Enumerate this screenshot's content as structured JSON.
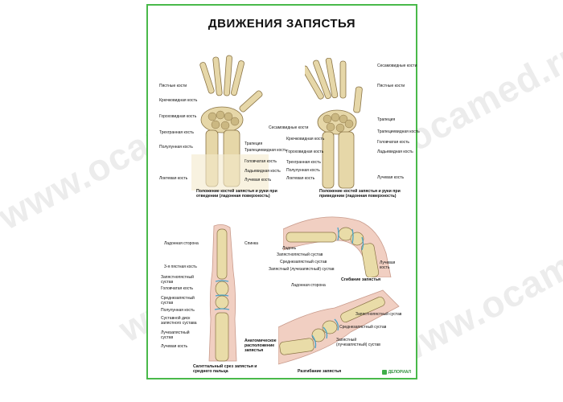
{
  "title": "ДВИЖЕНИЯ ЗАПЯСТЬЯ",
  "watermark": "www.ocamed.ru",
  "brand": "ДЕЛОРИАЛ",
  "panel_a": {
    "labels_left": [
      "Пястные кости",
      "Крючковидная кость",
      "Гороховидная кость",
      "Трехгранная кость",
      "Полулунная кость",
      "Локтевая кость"
    ],
    "labels_right": [
      "Сесамовидные кости",
      "Трапеция",
      "Трапециевидная кость",
      "Головчатая кость",
      "Ладьевидная кость",
      "Лучевая кость"
    ],
    "caption": "Положение костей запястья и руки при отведении (ладонная поверхность)"
  },
  "panel_b": {
    "labels_top": [
      "Сесамовидные кости",
      "Пястные кости",
      "Трапеция",
      "Трапециевидная кость",
      "Головчатая кость",
      "Ладьевидная кость",
      "Лучевая кость"
    ],
    "labels_left": [
      "Крючковидная кость",
      "Гороховидная кость",
      "Трехгранная кость",
      "Полулунная кость",
      "Локтевая кость"
    ],
    "caption": "Положение костей запястья и руки при приведении (ладонная поверхность)"
  },
  "panel_c": {
    "labels": [
      "Ладонная сторона",
      "Спинка",
      "3-я пястная кость",
      "Запястнопястный сустав",
      "Головчатая кость",
      "Среднезапястный сустав",
      "Полулунная кость",
      "Суставной диск запястного сустава",
      "Лучезапястный сустав",
      "Лучевая кость"
    ],
    "caption_side": "Анатомическое расположение запястья",
    "caption": "Сагиттальный срез запястья и среднего пальца"
  },
  "panel_d": {
    "labels": [
      "Ладонь",
      "Запястнопястный сустав",
      "Среднезапястный сустав",
      "Запястный (лучезапястный) сустав",
      "Лучевая кость"
    ],
    "caption": "Сгибание запястья"
  },
  "panel_e": {
    "labels": [
      "Ладонная сторона",
      "Запястнопястный сустав",
      "Среднезапястный сустав",
      "Запястный (лучезапястный) сустав"
    ],
    "caption": "Разгибание запястья"
  }
}
